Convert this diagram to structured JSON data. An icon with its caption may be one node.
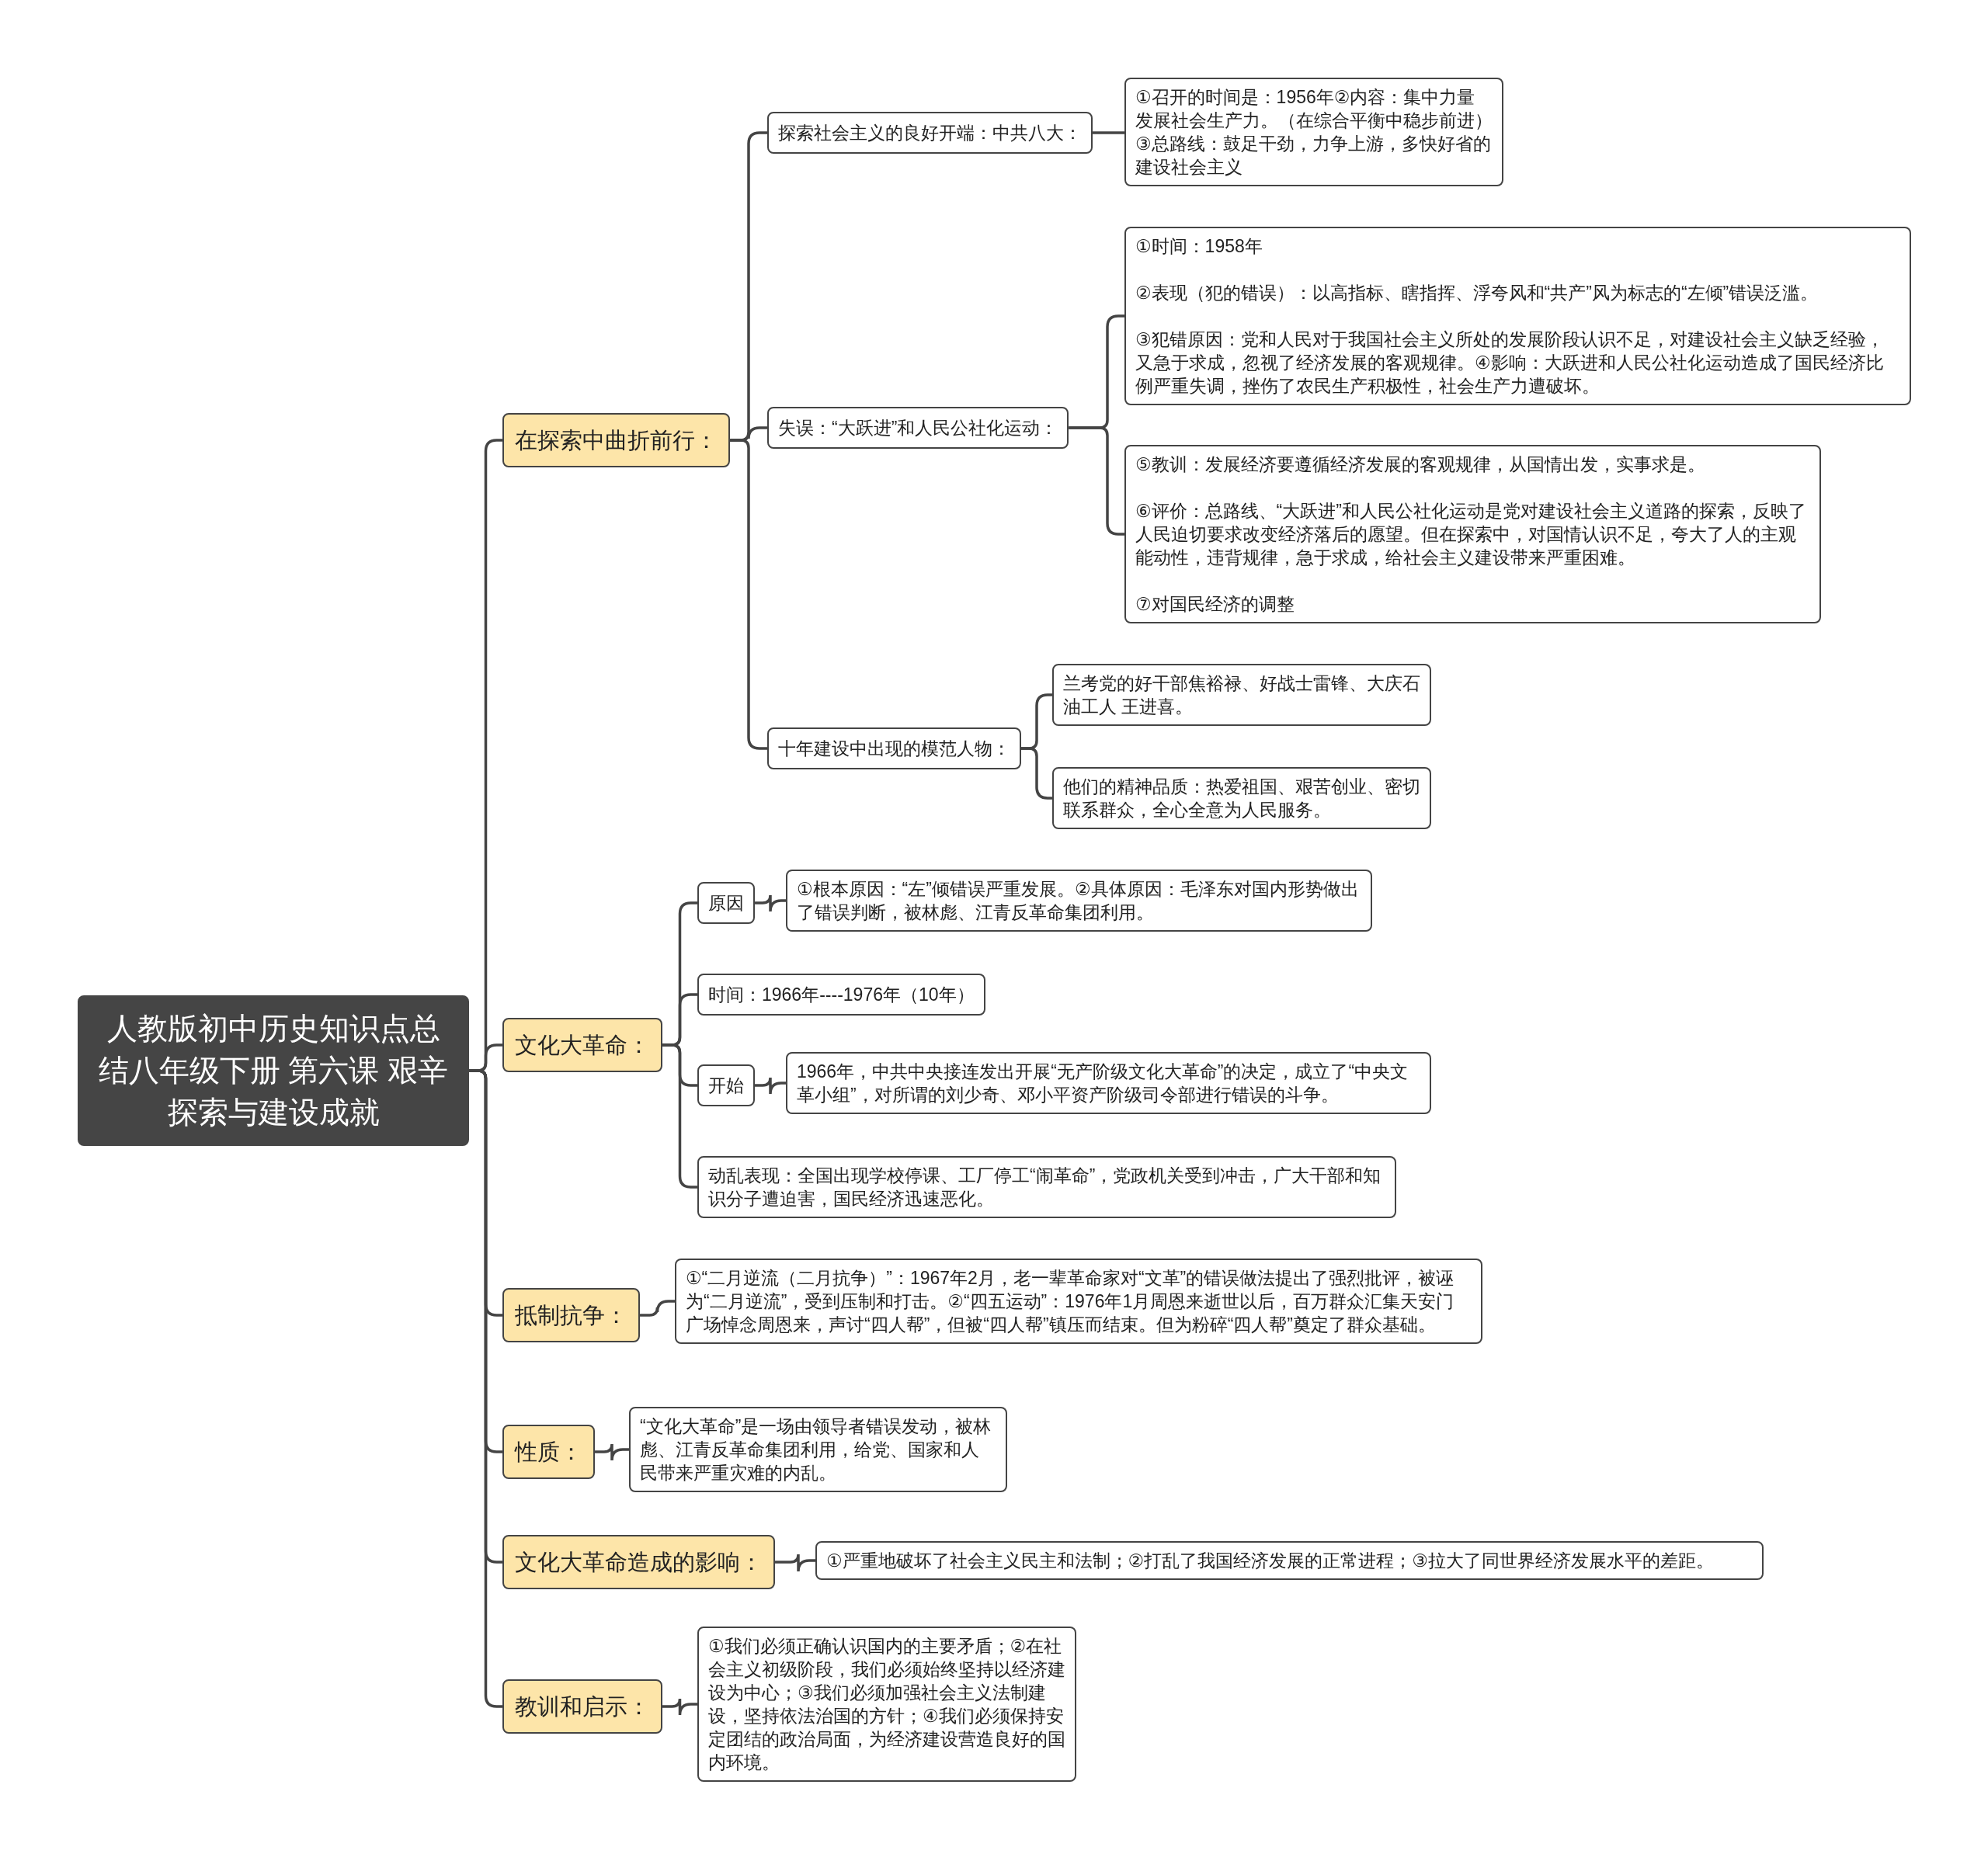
{
  "diagram": {
    "nodes": [
      {
        "text": [
          "人教版初中历史知识点总结八年级下册 第六课 艰辛探索与建设成就"
        ]
      },
      {
        "text": [
          "在探索中曲折前行："
        ]
      },
      {
        "text": [
          "探索社会主义的良好开端：中共八大："
        ]
      },
      {
        "text": [
          "①召开的时间是：1956年②内容：集中力量发展社会生产力。（在综合平衡中稳步前进）③总路线：鼓足干劲，力争上游，多快好省的建设社会主义"
        ]
      },
      {
        "text": [
          "失误：“大跃进”和人民公社化运动："
        ]
      },
      {
        "text": [
          "①时间：1958年",
          "②表现（犯的错误）：以高指标、瞎指挥、浮夸风和“共产”风为标志的“左倾”错误泛滥。",
          "③犯错原因：党和人民对于我国社会主义所处的发展阶段认识不足，对建设社会主义缺乏经验，又急于求成，忽视了经济发展的客观规律。④影响：大跃进和人民公社化运动造成了国民经济比例严重失调，挫伤了农民生产积极性，社会生产力遭破坏。"
        ]
      },
      {
        "text": [
          "⑤教训：发展经济要遵循经济发展的客观规律，从国情出发，实事求是。",
          "⑥评价：总路线、“大跃进”和人民公社化运动是党对建设社会主义道路的探索，反映了人民迫切要求改变经济落后的愿望。但在探索中，对国情认识不足，夸大了人的主观能动性，违背规律，急于求成，给社会主义建设带来严重困难。",
          "⑦对国民经济的调整"
        ]
      },
      {
        "text": [
          "十年建设中出现的模范人物："
        ]
      },
      {
        "text": [
          "兰考党的好干部焦裕禄、好战士雷锋、大庆石油工人 王进喜。"
        ]
      },
      {
        "text": [
          "他们的精神品质：热爱祖国、艰苦创业、密切联系群众，全心全意为人民服务。"
        ]
      },
      {
        "text": [
          "文化大革命："
        ]
      },
      {
        "text": [
          "原因"
        ]
      },
      {
        "text": [
          "①根本原因：“左”倾错误严重发展。②具体原因：毛泽东对国内形势做出了错误判断，被林彪、江青反革命集团利用。"
        ]
      },
      {
        "text": [
          "时间：1966年----1976年（10年）"
        ]
      },
      {
        "text": [
          "开始"
        ]
      },
      {
        "text": [
          "1966年，中共中央接连发出开展“无产阶级文化大革命”的决定，成立了“中央文革小组”，对所谓的刘少奇、邓小平资产阶级司令部进行错误的斗争。"
        ]
      },
      {
        "text": [
          "动乱表现：全国出现学校停课、工厂停工“闹革命”，党政机关受到冲击，广大干部和知识分子遭迫害，国民经济迅速恶化。"
        ]
      },
      {
        "text": [
          "抵制抗争："
        ]
      },
      {
        "text": [
          "①“二月逆流（二月抗争）”：1967年2月，老一辈革命家对“文革”的错误做法提出了强烈批评，被诬为“二月逆流”，受到压制和打击。②“四五运动”：1976年1月周恩来逝世以后，百万群众汇集天安门广场悼念周恩来，声讨“四人帮”，但被“四人帮”镇压而结束。但为粉碎“四人帮”奠定了群众基础。"
        ]
      },
      {
        "text": [
          "性质："
        ]
      },
      {
        "text": [
          "“文化大革命”是一场由领导者错误发动，被林彪、江青反革命集团利用，给党、国家和人民带来严重灾难的内乱。"
        ]
      },
      {
        "text": [
          "文化大革命造成的影响："
        ]
      },
      {
        "text": [
          "①严重地破坏了社会主义民主和法制；②打乱了我国经济发展的正常进程；③拉大了同世界经济发展水平的差距。"
        ]
      },
      {
        "text": [
          "教训和启示："
        ]
      },
      {
        "text": [
          "①我们必须正确认识国内的主要矛盾；②在社会主义初级阶段，我们必须始终坚持以经济建设为中心；③我们必须加强社会主义法制建设，坚持依法治国的方针；④我们必须保持安定团结的政治局面，为经济建设营造良好的国内环境。"
        ]
      }
    ],
    "edges": [
      {
        "from": 0,
        "to": 1,
        "arrow": "none"
      },
      {
        "from": 0,
        "to": 10,
        "arrow": "none"
      },
      {
        "from": 0,
        "to": 17,
        "arrow": "none"
      },
      {
        "from": 0,
        "to": 19,
        "arrow": "none"
      },
      {
        "from": 0,
        "to": 21,
        "arrow": "none"
      },
      {
        "from": 0,
        "to": 23,
        "arrow": "none"
      },
      {
        "from": 1,
        "to": 2,
        "arrow": "none"
      },
      {
        "from": 1,
        "to": 4,
        "arrow": "none"
      },
      {
        "from": 1,
        "to": 7,
        "arrow": "none"
      },
      {
        "from": 2,
        "to": 3,
        "arrow": "none"
      },
      {
        "from": 4,
        "to": 5,
        "arrow": "none"
      },
      {
        "from": 4,
        "to": 6,
        "arrow": "none"
      },
      {
        "from": 7,
        "to": 8,
        "arrow": "none"
      },
      {
        "from": 7,
        "to": 9,
        "arrow": "none"
      },
      {
        "from": 10,
        "to": 11,
        "arrow": "none"
      },
      {
        "from": 10,
        "to": 13,
        "arrow": "none"
      },
      {
        "from": 10,
        "to": 14,
        "arrow": "none"
      },
      {
        "from": 10,
        "to": 16,
        "arrow": "none"
      },
      {
        "from": 11,
        "to": 12,
        "arrow": "none"
      },
      {
        "from": 14,
        "to": 15,
        "arrow": "none"
      },
      {
        "from": 17,
        "to": 18,
        "arrow": "none"
      },
      {
        "from": 19,
        "to": 20,
        "arrow": "none"
      },
      {
        "from": 21,
        "to": 22,
        "arrow": "none"
      },
      {
        "from": 23,
        "to": 24,
        "arrow": "none"
      }
    ]
  }
}
